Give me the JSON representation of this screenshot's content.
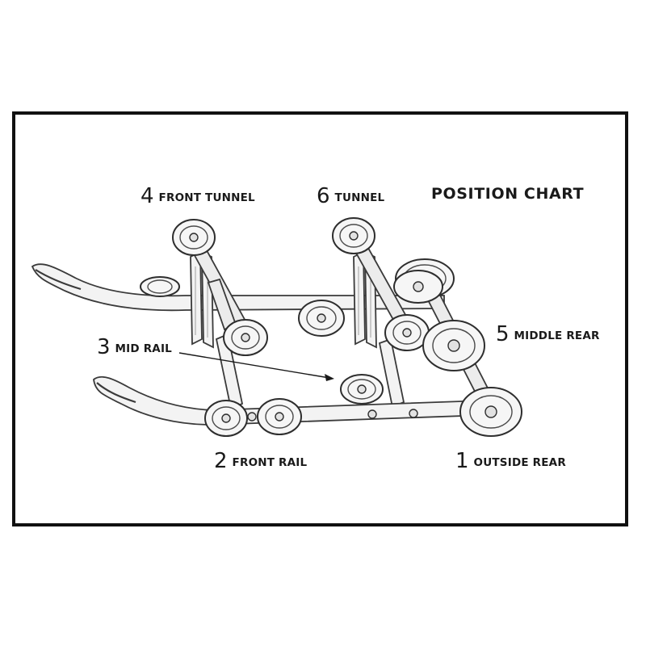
{
  "title": "POSITION CHART",
  "labels": {
    "front_tunnel": {
      "num": "4",
      "text": "FRONT TUNNEL"
    },
    "tunnel": {
      "num": "6",
      "text": "TUNNEL"
    },
    "mid_rail": {
      "num": "3",
      "text": "MID RAIL"
    },
    "middle_rear": {
      "num": "5",
      "text": "MIDDLE REAR"
    },
    "front_rail": {
      "num": "2",
      "text": "FRONT RAIL"
    },
    "outside_rear": {
      "num": "1",
      "text": "OUTSIDE REAR"
    }
  }
}
